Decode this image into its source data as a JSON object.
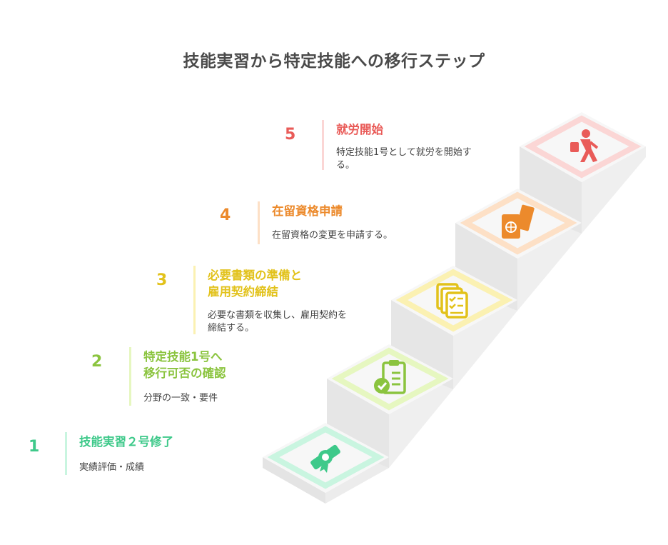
{
  "title": "技能実習から特定技能への移行ステップ",
  "colors": {
    "step1": "#3ec98a",
    "step2": "#8bc43f",
    "step3": "#e2c21b",
    "step4": "#ec8a2c",
    "step5": "#e95b58",
    "stair_side": "#ececec",
    "stair_top": "#f6f6f6"
  },
  "steps": [
    {
      "number": "1",
      "heading": "技能実習２号修了",
      "description": "実績評価・成績",
      "icon": "certificate-icon"
    },
    {
      "number": "2",
      "heading": "特定技能1号へ\n移行可否の確認",
      "description": "分野の一致・要件",
      "icon": "clipboard-check-icon"
    },
    {
      "number": "3",
      "heading": "必要書類の準備と\n雇用契約締結",
      "description": "必要な書類を収集し、雇用契約を\n締結する。",
      "icon": "documents-checklist-icon"
    },
    {
      "number": "4",
      "heading": "在留資格申請",
      "description": "在留資格の変更を申請する。",
      "icon": "passport-ticket-icon"
    },
    {
      "number": "5",
      "heading": "就労開始",
      "description": "特定技能1号として就労を開始す\nる。",
      "icon": "worker-walking-icon"
    }
  ]
}
